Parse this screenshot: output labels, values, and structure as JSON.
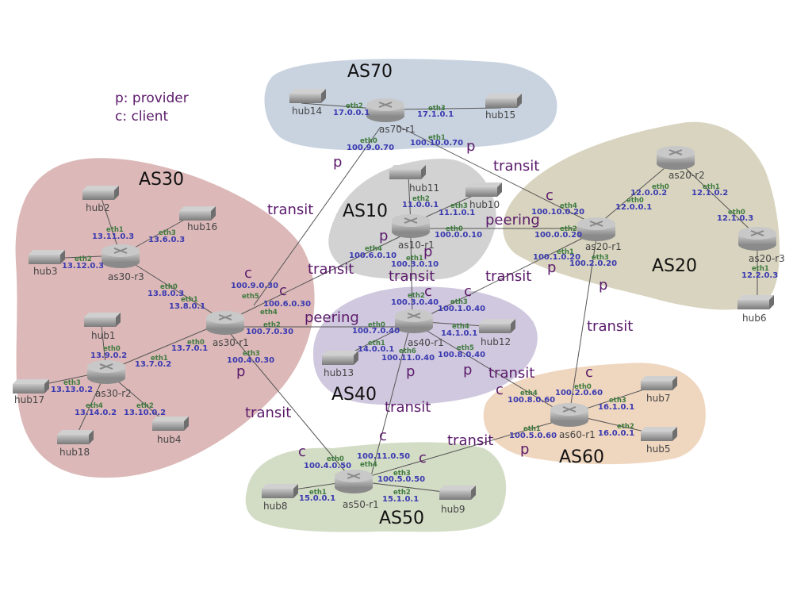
{
  "legend": {
    "provider": "p: provider",
    "client": "c: client"
  },
  "colors": {
    "AS70": "#c9d3e0",
    "AS10": "#d2d2d2",
    "AS20": "#d8d4bf",
    "AS30": "#dcb8b8",
    "AS40": "#d0c8de",
    "AS50": "#d3dcc5",
    "AS60": "#efd6bf"
  },
  "as_names": {
    "AS70": "AS70",
    "AS10": "AS10",
    "AS20": "AS20",
    "AS30": "AS30",
    "AS40": "AS40",
    "AS50": "AS50",
    "AS60": "AS60"
  },
  "nodes": {
    "hub14": "hub14",
    "as70-r1": "as70-r1",
    "hub15": "hub15",
    "hub11": "hub11",
    "hub10": "hub10",
    "as10-r1": "as10-r1",
    "as20-r2": "as20-r2",
    "as20-r1": "as20-r1",
    "as20-r3": "as20-r3",
    "hub6": "hub6",
    "hub2": "hub2",
    "hub16": "hub16",
    "hub3": "hub3",
    "as30-r3": "as30-r3",
    "hub1": "hub1",
    "as30-r1": "as30-r1",
    "as30-r2": "as30-r2",
    "hub17": "hub17",
    "hub18": "hub18",
    "hub4": "hub4",
    "as40-r1": "as40-r1",
    "hub12": "hub12",
    "hub13": "hub13",
    "as60-r1": "as60-r1",
    "hub7": "hub7",
    "hub5": "hub5",
    "as50-r1": "as50-r1",
    "hub8": "hub8",
    "hub9": "hub9"
  },
  "relations": {
    "transit": "transit",
    "peering": "peering",
    "p": "p",
    "c": "c"
  },
  "ifaces": [
    {
      "eth": "eth2",
      "ip": "17.0.0.1"
    },
    {
      "eth": "eth3",
      "ip": "17.1.0.1"
    },
    {
      "eth": "eth0",
      "ip": "100.9.0.70"
    },
    {
      "eth": "eth1",
      "ip": "100.10.0.70"
    },
    {
      "eth": "eth2",
      "ip": "11.0.0.1"
    },
    {
      "eth": "eth3",
      "ip": "11.1.0.1"
    },
    {
      "eth": "eth0",
      "ip": "100.0.0.10"
    },
    {
      "eth": "eth4",
      "ip": "100.6.0.10"
    },
    {
      "eth": "eth1",
      "ip": "100.3.0.10"
    },
    {
      "eth": "eth0",
      "ip": "12.0.0.2"
    },
    {
      "eth": "eth1",
      "ip": "12.1.0.2"
    },
    {
      "eth": "eth0",
      "ip": "12.0.0.1"
    },
    {
      "eth": "eth0",
      "ip": "12.1.0.3"
    },
    {
      "eth": "eth1",
      "ip": "12.2.0.3"
    },
    {
      "eth": "eth4",
      "ip": "100.10.0.20"
    },
    {
      "eth": "eth2",
      "ip": "100.0.0.20"
    },
    {
      "eth": "eth1",
      "ip": "100.1.0.20"
    },
    {
      "eth": "eth3",
      "ip": "100.2.0.20"
    },
    {
      "eth": "eth1",
      "ip": "13.11.0.3"
    },
    {
      "eth": "eth3",
      "ip": "13.6.0.3"
    },
    {
      "eth": "eth2",
      "ip": "13.12.0.3"
    },
    {
      "eth": "eth0",
      "ip": "13.8.0.3"
    },
    {
      "eth": "eth1",
      "ip": "13.8.0.1"
    },
    {
      "eth": "eth5",
      "ip": "100.9.0.30"
    },
    {
      "eth": "eth4",
      "ip": "100.6.0.30"
    },
    {
      "eth": "eth2",
      "ip": "100.7.0.30"
    },
    {
      "eth": "eth3",
      "ip": "100.4.0.30"
    },
    {
      "eth": "eth0",
      "ip": "13.7.0.1"
    },
    {
      "eth": "eth0",
      "ip": "13.9.0.2"
    },
    {
      "eth": "eth1",
      "ip": "13.7.0.2"
    },
    {
      "eth": "eth3",
      "ip": "13.13.0.2"
    },
    {
      "eth": "eth4",
      "ip": "13.14.0.2"
    },
    {
      "eth": "eth2",
      "ip": "13.10.0.2"
    },
    {
      "eth": "eth2",
      "ip": "100.3.0.40"
    },
    {
      "eth": "eth3",
      "ip": "100.1.0.40"
    },
    {
      "eth": "eth0",
      "ip": "100.7.0.40"
    },
    {
      "eth": "eth4",
      "ip": "14.1.0.1"
    },
    {
      "eth": "eth1",
      "ip": "14.0.0.1"
    },
    {
      "eth": "eth6",
      "ip": "100.11.0.40"
    },
    {
      "eth": "eth5",
      "ip": "100.8.0.40"
    },
    {
      "eth": "eth0",
      "ip": "100.2.0.60"
    },
    {
      "eth": "eth4",
      "ip": "100.8.0.60"
    },
    {
      "eth": "eth3",
      "ip": "16.1.0.1"
    },
    {
      "eth": "eth2",
      "ip": "16.0.0.1"
    },
    {
      "eth": "eth1",
      "ip": "100.5.0.60"
    },
    {
      "eth": "eth0",
      "ip": "100.4.0.50"
    },
    {
      "eth": "eth4",
      "ip": "100.11.0.50"
    },
    {
      "eth": "eth3",
      "ip": "100.5.0.50"
    },
    {
      "eth": "eth1",
      "ip": "15.0.0.1"
    },
    {
      "eth": "eth2",
      "ip": "15.1.0.1"
    }
  ]
}
